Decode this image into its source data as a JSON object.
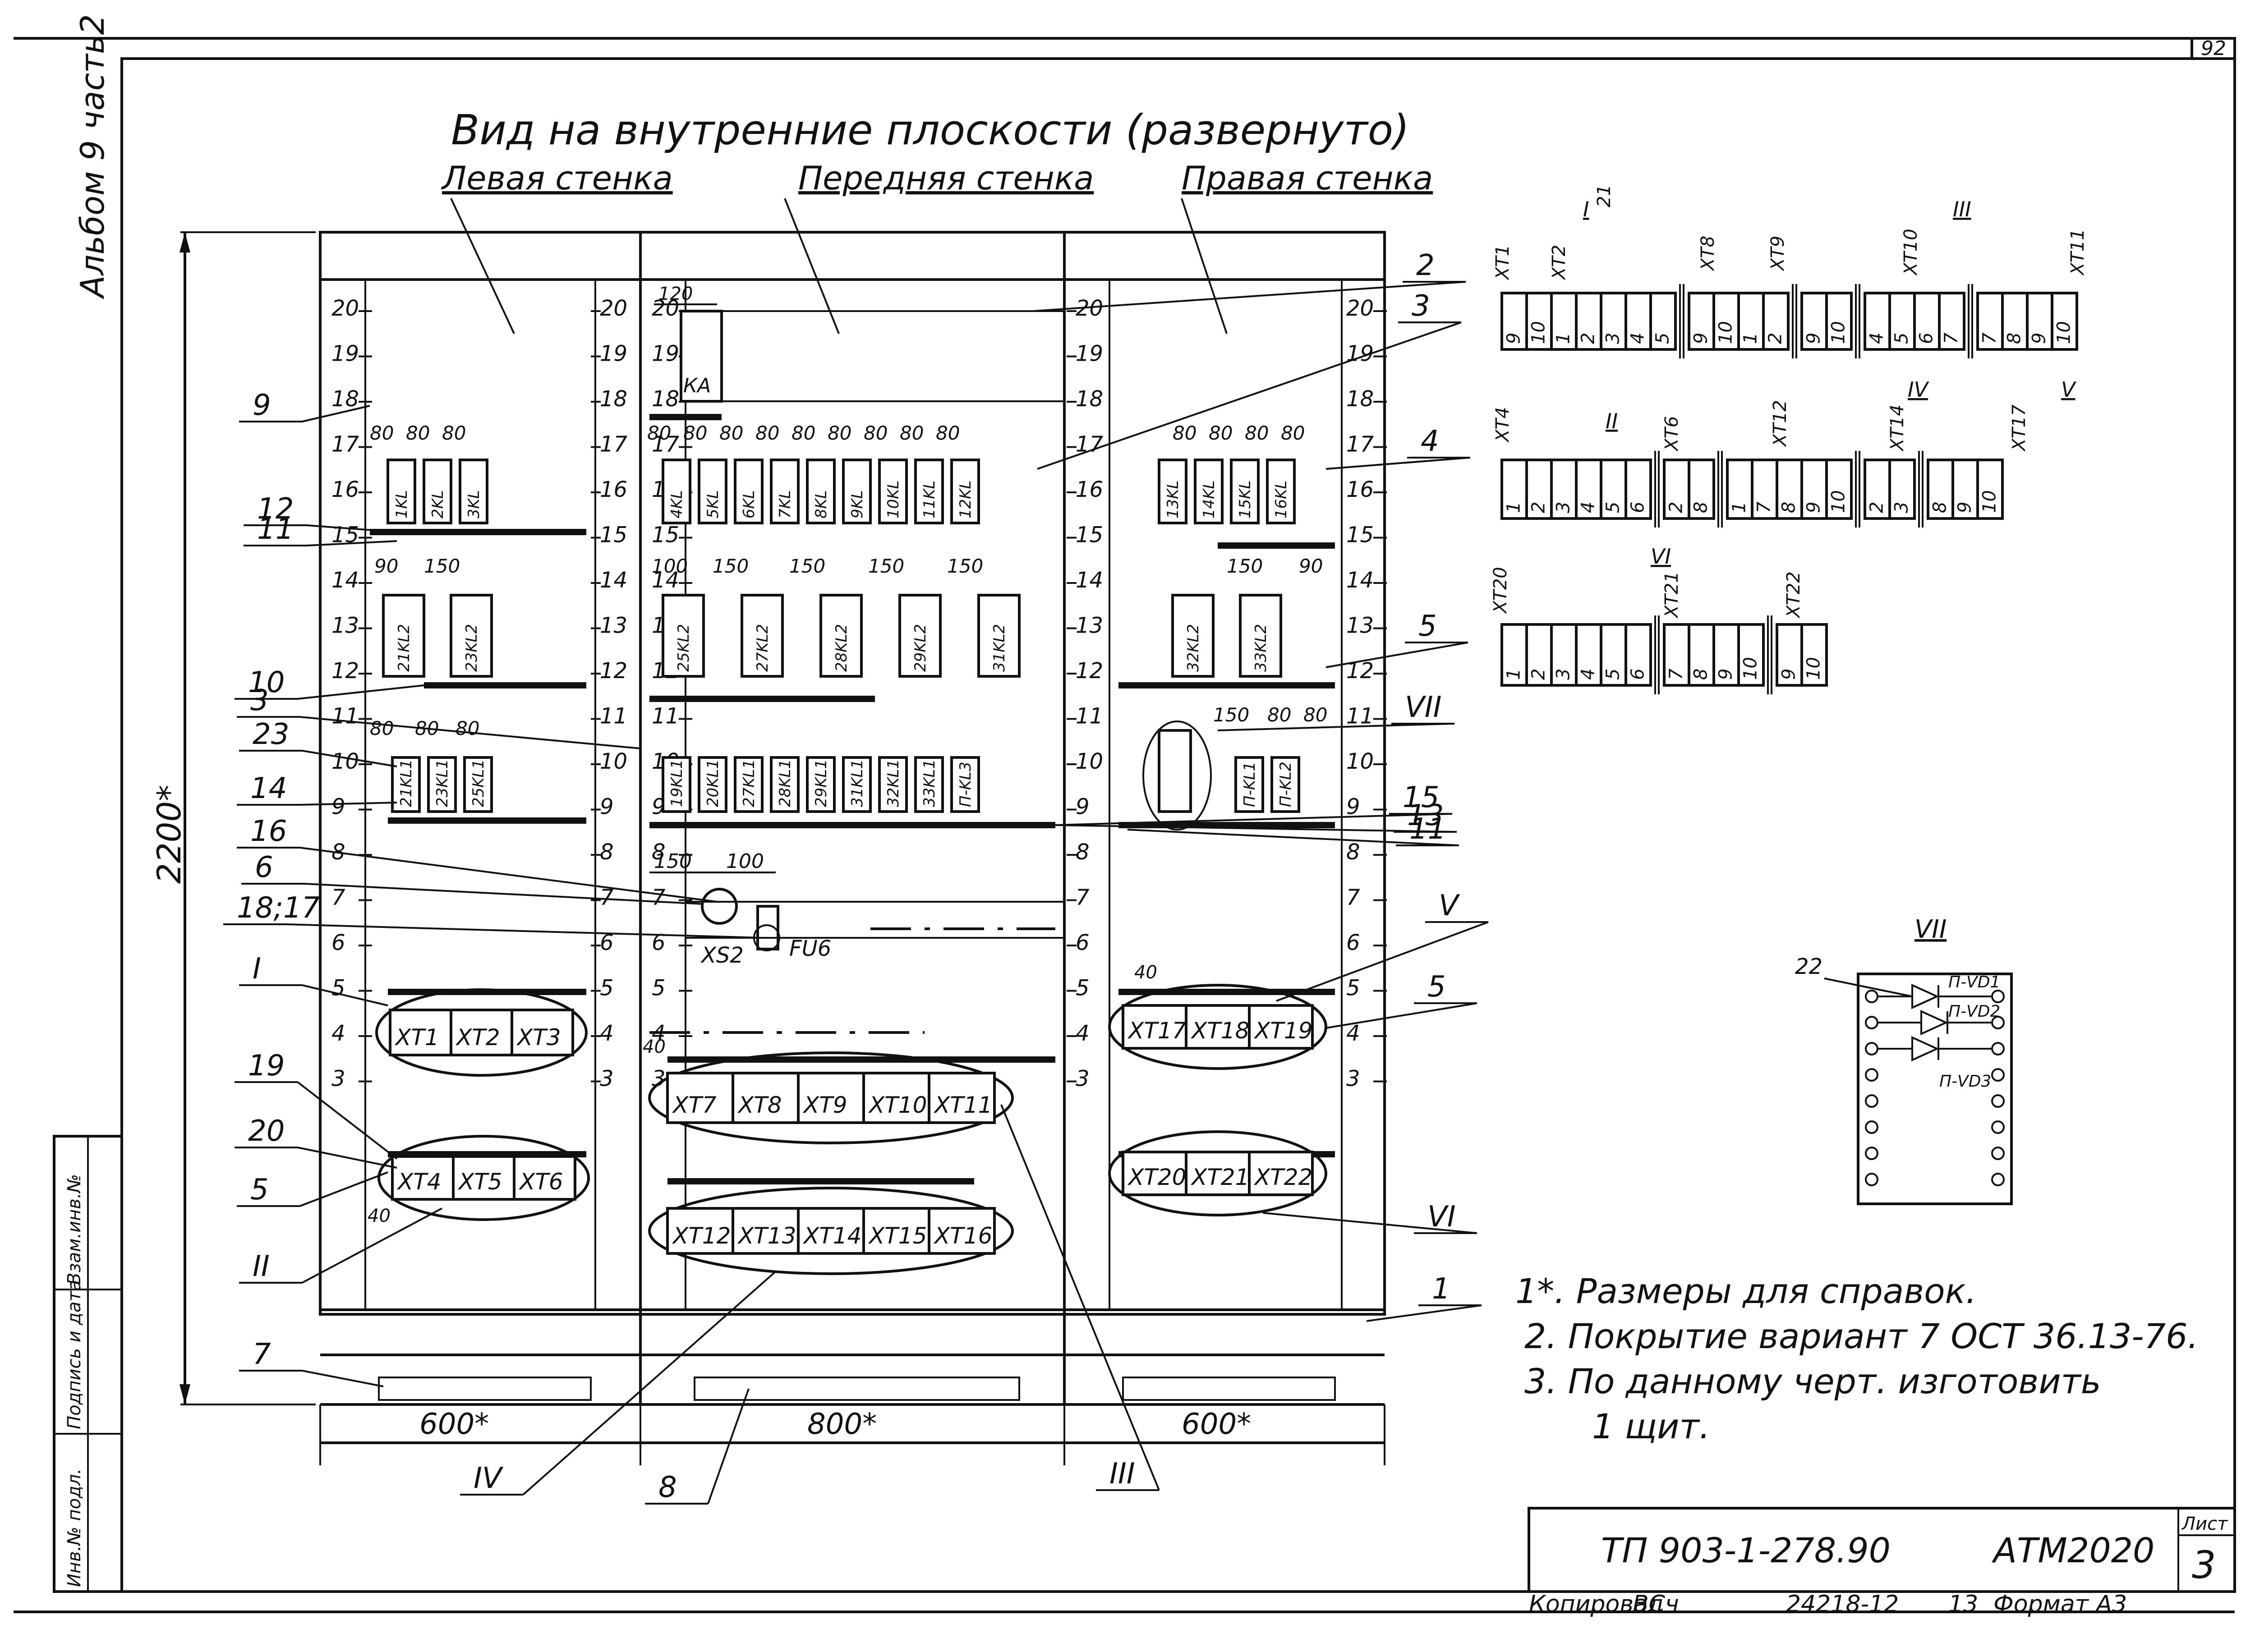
{
  "sheet": {
    "number": "92",
    "album": "Альбом 9 часть2",
    "title": "Вид на внутренние плоскости (развернуто)",
    "stamp": {
      "code": "ТП 903-1-278.90",
      "doc": "АТМ2020",
      "list_label": "Лист",
      "list_num": "3"
    },
    "footer": {
      "copied": "Копировал",
      "copied_by": "ВСч",
      "order": "24218-12",
      "n": "13",
      "format": "Формат А3"
    },
    "side_labels": [
      "Инв.№ подл.",
      "Подпись и дата",
      "Взам.инв.№"
    ]
  },
  "panels": {
    "left": "Левая стенка",
    "front": "Передняя стенка",
    "right": "Правая стенка"
  },
  "dims": {
    "height": "2200*",
    "left_w": "600*",
    "front_w": "800*",
    "right_w": "600*",
    "d120": "120",
    "d80": "80",
    "d90": "90",
    "d100": "100",
    "d150": "150",
    "d40": "40"
  },
  "scale_marks": [
    "20",
    "19",
    "18",
    "17",
    "16",
    "15",
    "14",
    "13",
    "12",
    "11",
    "10",
    "9",
    "8",
    "7",
    "6",
    "5",
    "4",
    "3"
  ],
  "callouts": {
    "n1": "1",
    "n2": "2",
    "n3": "3",
    "n3b": "3",
    "n4": "4",
    "n5a": "5",
    "n5b": "5",
    "n5c": "5",
    "n6": "6",
    "n7": "7",
    "n8": "8",
    "n9": "9",
    "n10": "10",
    "n11": "11",
    "n11b": "11",
    "n12": "12",
    "n13": "13",
    "n14": "14",
    "n15": "15",
    "n16": "16",
    "n1817": "18;17",
    "n19": "19",
    "n20": "20",
    "n23": "23",
    "rI": "I",
    "rII": "II",
    "rIII": "III",
    "rIV": "IV",
    "rV": "V",
    "rVI": "VI",
    "rVII": "VII"
  },
  "devices": {
    "KA": "КА",
    "XS2": "XS2",
    "FU6": "FU6",
    "left_relays": [
      "1KL",
      "2KL",
      "3KL"
    ],
    "front_relays": [
      "4KL",
      "5KL",
      "6KL",
      "7KL",
      "8KL",
      "9KL",
      "10KL",
      "11KL",
      "12KL"
    ],
    "right_relays": [
      "13KL",
      "14KL",
      "15KL",
      "16KL"
    ],
    "left_kl2": [
      "21KL2",
      "23KL2"
    ],
    "front_kl2": [
      "25KL2",
      "27KL2",
      "28KL2",
      "29KL2",
      "31KL2"
    ],
    "right_kl2": [
      "32KL2",
      "33KL2"
    ],
    "left_kl1": [
      "21KL1",
      "23KL1",
      "25KL1"
    ],
    "front_kl1": [
      "19KL1",
      "20KL1",
      "27KL1",
      "28KL1",
      "29KL1",
      "31KL1",
      "32KL1",
      "33KL1",
      "П-KL3"
    ],
    "right_kl1": [
      "П-KL1",
      "П-KL2"
    ],
    "xt_row1_left": [
      "XT1",
      "XT2",
      "XT3"
    ],
    "xt_row2_left": [
      "XT4",
      "XT5",
      "XT6"
    ],
    "xt_row1_front": [
      "XT7",
      "XT8",
      "XT9",
      "XT10",
      "XT11"
    ],
    "xt_row2_front": [
      "XT12",
      "XT13",
      "XT14",
      "XT15",
      "XT16"
    ],
    "xt_row1_right": [
      "XT17",
      "XT18",
      "XT19"
    ],
    "xt_row2_right": [
      "XT20",
      "XT21",
      "XT22"
    ]
  },
  "terminal_views": {
    "g1": {
      "labels": [
        "XT1",
        "XT2",
        "21",
        "XT8",
        "XT9",
        "XT10",
        "XT11"
      ],
      "roman": [
        "I",
        "III"
      ],
      "cells": [
        "9",
        "10",
        "1",
        "2",
        "3",
        "4",
        "5",
        "9",
        "10",
        "1",
        "2",
        "9",
        "10",
        "4",
        "5",
        "6",
        "7",
        "7",
        "8",
        "9",
        "10"
      ]
    },
    "g2": {
      "labels": [
        "XT4",
        "XT6",
        "XT12",
        "XT14",
        "XT17"
      ],
      "roman": [
        "II",
        "IV",
        "V"
      ],
      "cells": [
        "1",
        "2",
        "3",
        "4",
        "5",
        "6",
        "2",
        "8",
        "1",
        "7",
        "8",
        "9",
        "10",
        "2",
        "3",
        "8",
        "9",
        "10"
      ]
    },
    "g3": {
      "labels": [
        "XT20",
        "XT21",
        "XT22"
      ],
      "roman": [
        "VI"
      ],
      "cells": [
        "1",
        "2",
        "3",
        "4",
        "5",
        "6",
        "7",
        "8",
        "9",
        "10",
        "9",
        "10"
      ]
    }
  },
  "detail": {
    "title": "VII",
    "n22": "22",
    "vd1": "П-VD1",
    "vd2": "П-VD2",
    "vd3": "П-VD3"
  },
  "notes": [
    "1*. Размеры для справок.",
    "2.  Покрытие вариант 7 ОСТ 36.13-76.",
    "3.  По данному черт. изготовить",
    "1 щит."
  ]
}
